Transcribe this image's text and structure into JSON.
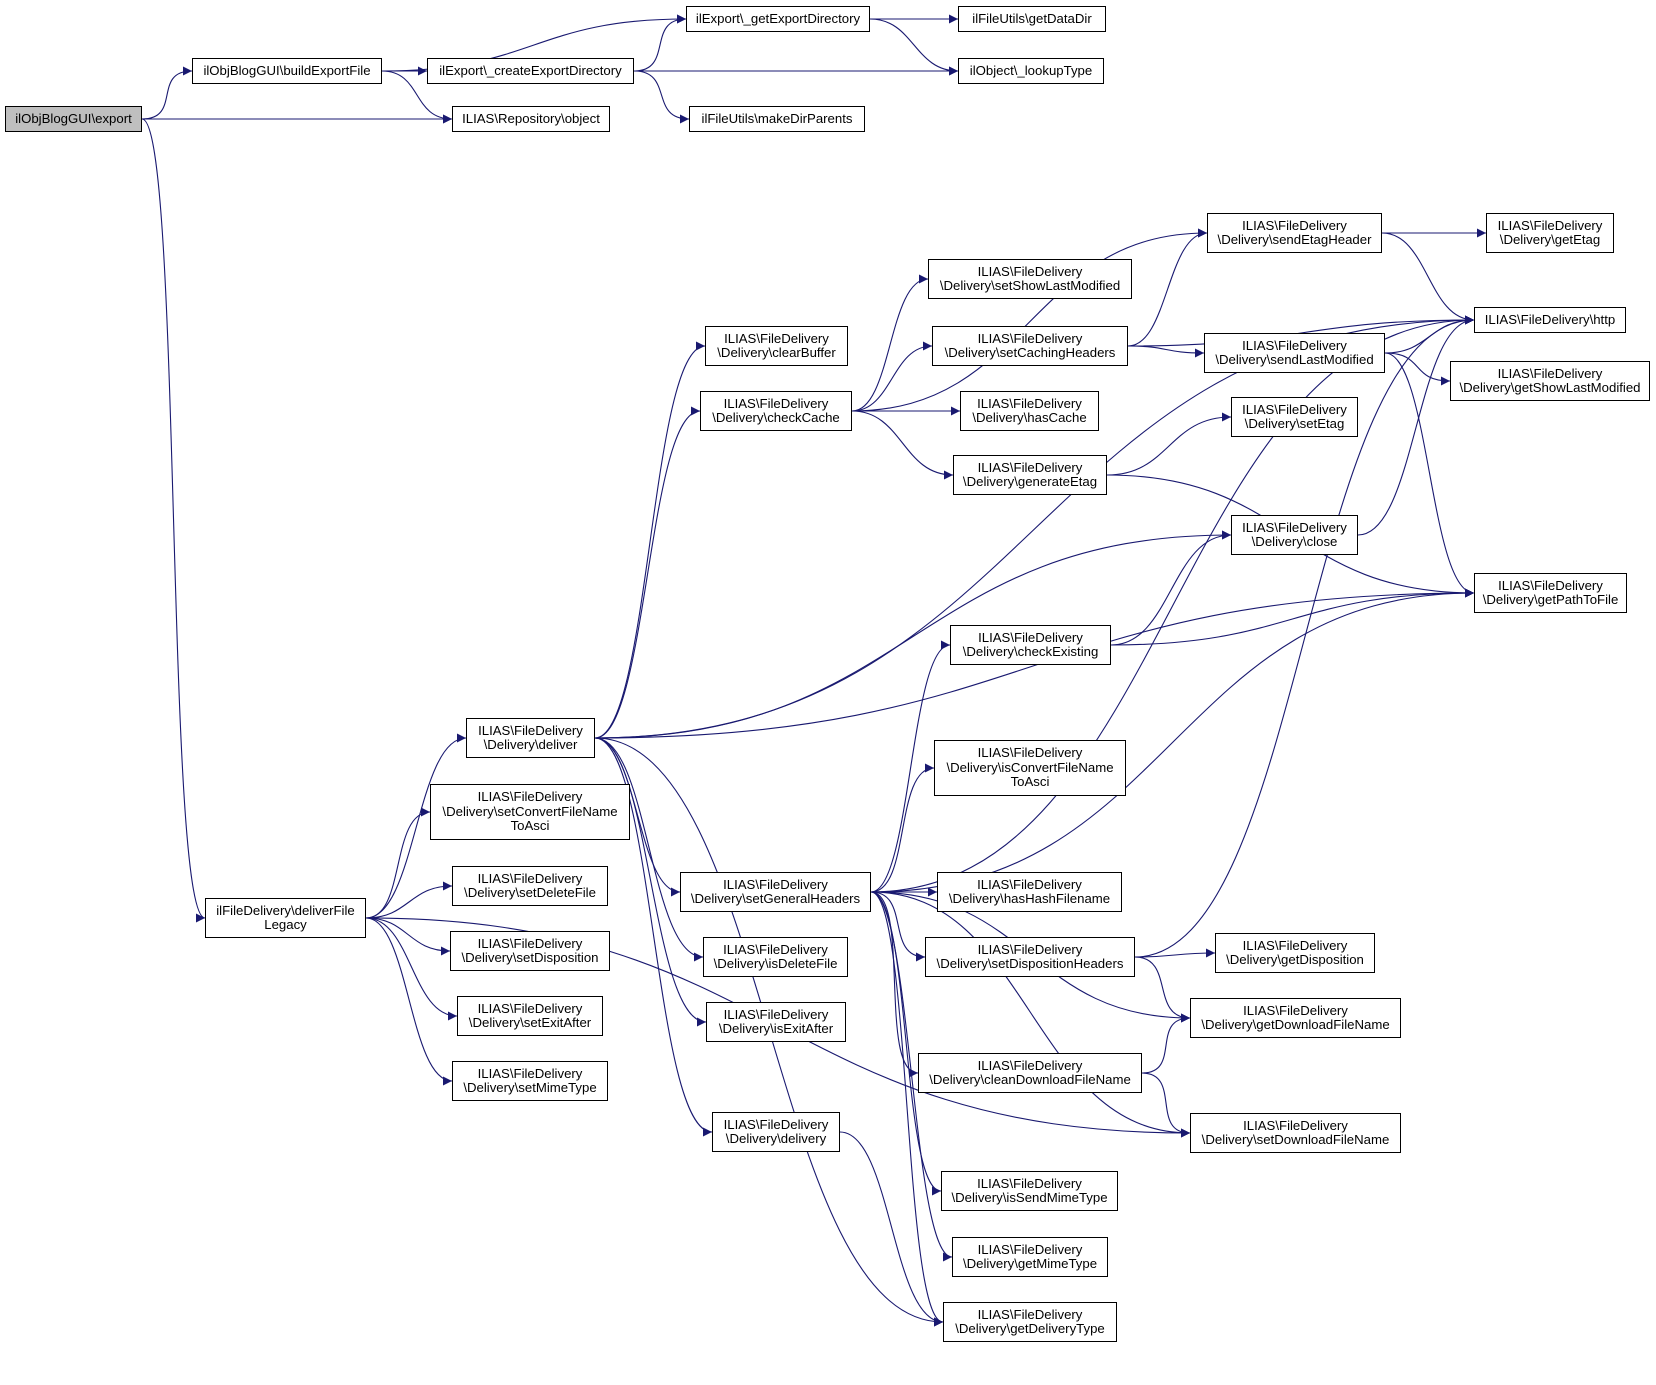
{
  "colors": {
    "edge": "#191970",
    "root_fill": "#bfbfbf",
    "node_fill": "#ffffff",
    "border": "#000000"
  },
  "nodes": [
    {
      "id": "export",
      "lines": [
        "ilObjBlogGUI\\export"
      ]
    },
    {
      "id": "buildExportFile",
      "lines": [
        "ilObjBlogGUI\\buildExportFile"
      ]
    },
    {
      "id": "repoObject",
      "lines": [
        "ILIAS\\Repository\\object"
      ]
    },
    {
      "id": "getExportDirectory",
      "lines": [
        "ilExport\\_getExportDirectory"
      ]
    },
    {
      "id": "createExportDirectory",
      "lines": [
        "ilExport\\_createExportDirectory"
      ]
    },
    {
      "id": "getDataDir",
      "lines": [
        "ilFileUtils\\getDataDir"
      ]
    },
    {
      "id": "lookupType",
      "lines": [
        "ilObject\\_lookupType"
      ]
    },
    {
      "id": "makeDirParents",
      "lines": [
        "ilFileUtils\\makeDirParents"
      ]
    },
    {
      "id": "deliverFileLegacy",
      "lines": [
        "ilFileDelivery\\deliverFile",
        "Legacy"
      ]
    },
    {
      "id": "deliver",
      "lines": [
        "ILIAS\\FileDelivery",
        "\\Delivery\\deliver"
      ]
    },
    {
      "id": "setConvertFileNameToAsci",
      "lines": [
        "ILIAS\\FileDelivery",
        "\\Delivery\\setConvertFileName",
        "ToAsci"
      ]
    },
    {
      "id": "setDeleteFile",
      "lines": [
        "ILIAS\\FileDelivery",
        "\\Delivery\\setDeleteFile"
      ]
    },
    {
      "id": "setDisposition",
      "lines": [
        "ILIAS\\FileDelivery",
        "\\Delivery\\setDisposition"
      ]
    },
    {
      "id": "setExitAfter",
      "lines": [
        "ILIAS\\FileDelivery",
        "\\Delivery\\setExitAfter"
      ]
    },
    {
      "id": "setMimeType",
      "lines": [
        "ILIAS\\FileDelivery",
        "\\Delivery\\setMimeType"
      ]
    },
    {
      "id": "clearBuffer",
      "lines": [
        "ILIAS\\FileDelivery",
        "\\Delivery\\clearBuffer"
      ]
    },
    {
      "id": "checkCache",
      "lines": [
        "ILIAS\\FileDelivery",
        "\\Delivery\\checkCache"
      ]
    },
    {
      "id": "setGeneralHeaders",
      "lines": [
        "ILIAS\\FileDelivery",
        "\\Delivery\\setGeneralHeaders"
      ]
    },
    {
      "id": "isDeleteFile",
      "lines": [
        "ILIAS\\FileDelivery",
        "\\Delivery\\isDeleteFile"
      ]
    },
    {
      "id": "isExitAfter",
      "lines": [
        "ILIAS\\FileDelivery",
        "\\Delivery\\isExitAfter"
      ]
    },
    {
      "id": "delivery",
      "lines": [
        "ILIAS\\FileDelivery",
        "\\Delivery\\delivery"
      ]
    },
    {
      "id": "setShowLastModified",
      "lines": [
        "ILIAS\\FileDelivery",
        "\\Delivery\\setShowLastModified"
      ]
    },
    {
      "id": "setCachingHeaders",
      "lines": [
        "ILIAS\\FileDelivery",
        "\\Delivery\\setCachingHeaders"
      ]
    },
    {
      "id": "hasCache",
      "lines": [
        "ILIAS\\FileDelivery",
        "\\Delivery\\hasCache"
      ]
    },
    {
      "id": "generateEtag",
      "lines": [
        "ILIAS\\FileDelivery",
        "\\Delivery\\generateEtag"
      ]
    },
    {
      "id": "checkExisting",
      "lines": [
        "ILIAS\\FileDelivery",
        "\\Delivery\\checkExisting"
      ]
    },
    {
      "id": "isConvertFileNameToAsci",
      "lines": [
        "ILIAS\\FileDelivery",
        "\\Delivery\\isConvertFileName",
        "ToAsci"
      ]
    },
    {
      "id": "hasHashFilename",
      "lines": [
        "ILIAS\\FileDelivery",
        "\\Delivery\\hasHashFilename"
      ]
    },
    {
      "id": "setDispositionHeaders",
      "lines": [
        "ILIAS\\FileDelivery",
        "\\Delivery\\setDispositionHeaders"
      ]
    },
    {
      "id": "cleanDownloadFileName",
      "lines": [
        "ILIAS\\FileDelivery",
        "\\Delivery\\cleanDownloadFileName"
      ]
    },
    {
      "id": "isSendMimeType",
      "lines": [
        "ILIAS\\FileDelivery",
        "\\Delivery\\isSendMimeType"
      ]
    },
    {
      "id": "getMimeType",
      "lines": [
        "ILIAS\\FileDelivery",
        "\\Delivery\\getMimeType"
      ]
    },
    {
      "id": "getDeliveryType",
      "lines": [
        "ILIAS\\FileDelivery",
        "\\Delivery\\getDeliveryType"
      ]
    },
    {
      "id": "sendEtagHeader",
      "lines": [
        "ILIAS\\FileDelivery",
        "\\Delivery\\sendEtagHeader"
      ]
    },
    {
      "id": "sendLastModified",
      "lines": [
        "ILIAS\\FileDelivery",
        "\\Delivery\\sendLastModified"
      ]
    },
    {
      "id": "setEtag",
      "lines": [
        "ILIAS\\FileDelivery",
        "\\Delivery\\setEtag"
      ]
    },
    {
      "id": "close",
      "lines": [
        "ILIAS\\FileDelivery",
        "\\Delivery\\close"
      ]
    },
    {
      "id": "getDisposition",
      "lines": [
        "ILIAS\\FileDelivery",
        "\\Delivery\\getDisposition"
      ]
    },
    {
      "id": "getDownloadFileName",
      "lines": [
        "ILIAS\\FileDelivery",
        "\\Delivery\\getDownloadFileName"
      ]
    },
    {
      "id": "setDownloadFileName",
      "lines": [
        "ILIAS\\FileDelivery",
        "\\Delivery\\setDownloadFileName"
      ]
    },
    {
      "id": "getEtag",
      "lines": [
        "ILIAS\\FileDelivery",
        "\\Delivery\\getEtag"
      ]
    },
    {
      "id": "http",
      "lines": [
        "ILIAS\\FileDelivery\\http"
      ]
    },
    {
      "id": "getShowLastModified",
      "lines": [
        "ILIAS\\FileDelivery",
        "\\Delivery\\getShowLastModified"
      ]
    },
    {
      "id": "getPathToFile",
      "lines": [
        "ILIAS\\FileDelivery",
        "\\Delivery\\getPathToFile"
      ]
    }
  ],
  "edges": [
    [
      "export",
      "buildExportFile"
    ],
    [
      "export",
      "repoObject"
    ],
    [
      "export",
      "deliverFileLegacy"
    ],
    [
      "buildExportFile",
      "getExportDirectory"
    ],
    [
      "buildExportFile",
      "createExportDirectory"
    ],
    [
      "buildExportFile",
      "repoObject"
    ],
    [
      "getExportDirectory",
      "getDataDir"
    ],
    [
      "getExportDirectory",
      "lookupType"
    ],
    [
      "createExportDirectory",
      "getExportDirectory"
    ],
    [
      "createExportDirectory",
      "lookupType"
    ],
    [
      "createExportDirectory",
      "makeDirParents"
    ],
    [
      "deliverFileLegacy",
      "deliver"
    ],
    [
      "deliverFileLegacy",
      "setConvertFileNameToAsci"
    ],
    [
      "deliverFileLegacy",
      "setDeleteFile"
    ],
    [
      "deliverFileLegacy",
      "setDisposition"
    ],
    [
      "deliverFileLegacy",
      "setExitAfter"
    ],
    [
      "deliverFileLegacy",
      "setMimeType"
    ],
    [
      "deliverFileLegacy",
      "setDownloadFileName"
    ],
    [
      "deliver",
      "http"
    ],
    [
      "deliver",
      "clearBuffer"
    ],
    [
      "deliver",
      "checkCache"
    ],
    [
      "deliver",
      "close"
    ],
    [
      "deliver",
      "getPathToFile"
    ],
    [
      "deliver",
      "setGeneralHeaders"
    ],
    [
      "deliver",
      "isDeleteFile"
    ],
    [
      "deliver",
      "isExitAfter"
    ],
    [
      "deliver",
      "delivery"
    ],
    [
      "deliver",
      "getDeliveryType"
    ],
    [
      "checkCache",
      "sendEtagHeader"
    ],
    [
      "checkCache",
      "setShowLastModified"
    ],
    [
      "checkCache",
      "setCachingHeaders"
    ],
    [
      "checkCache",
      "hasCache"
    ],
    [
      "checkCache",
      "generateEtag"
    ],
    [
      "setCachingHeaders",
      "sendEtagHeader"
    ],
    [
      "setCachingHeaders",
      "http"
    ],
    [
      "setCachingHeaders",
      "sendLastModified"
    ],
    [
      "sendEtagHeader",
      "getEtag"
    ],
    [
      "sendEtagHeader",
      "http"
    ],
    [
      "sendLastModified",
      "http"
    ],
    [
      "sendLastModified",
      "getShowLastModified"
    ],
    [
      "sendLastModified",
      "getPathToFile"
    ],
    [
      "generateEtag",
      "setEtag"
    ],
    [
      "generateEtag",
      "getPathToFile"
    ],
    [
      "close",
      "http"
    ],
    [
      "checkExisting",
      "close"
    ],
    [
      "checkExisting",
      "getPathToFile"
    ],
    [
      "setGeneralHeaders",
      "checkExisting"
    ],
    [
      "setGeneralHeaders",
      "http"
    ],
    [
      "setGeneralHeaders",
      "isConvertFileNameToAsci"
    ],
    [
      "setGeneralHeaders",
      "getPathToFile"
    ],
    [
      "setGeneralHeaders",
      "hasHashFilename"
    ],
    [
      "setGeneralHeaders",
      "setDispositionHeaders"
    ],
    [
      "setGeneralHeaders",
      "getDownloadFileName"
    ],
    [
      "setGeneralHeaders",
      "cleanDownloadFileName"
    ],
    [
      "setGeneralHeaders",
      "setDownloadFileName"
    ],
    [
      "setGeneralHeaders",
      "isSendMimeType"
    ],
    [
      "setGeneralHeaders",
      "getMimeType"
    ],
    [
      "setGeneralHeaders",
      "getDeliveryType"
    ],
    [
      "setDispositionHeaders",
      "http"
    ],
    [
      "setDispositionHeaders",
      "getDisposition"
    ],
    [
      "setDispositionHeaders",
      "getDownloadFileName"
    ],
    [
      "cleanDownloadFileName",
      "getDownloadFileName"
    ],
    [
      "cleanDownloadFileName",
      "setDownloadFileName"
    ],
    [
      "delivery",
      "getDeliveryType"
    ]
  ]
}
